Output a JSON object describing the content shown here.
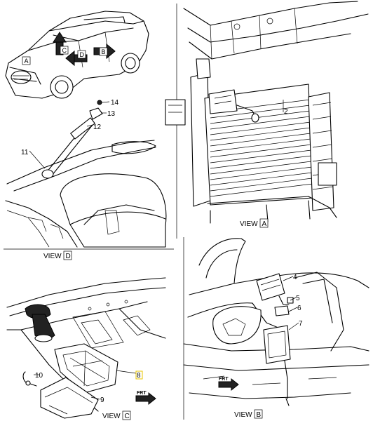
{
  "panels": {
    "vehicle": {
      "labels": {
        "a": "A",
        "b": "B",
        "c": "C",
        "d": "D"
      }
    },
    "view_a": {
      "view_text": "VIEW",
      "view_letter": "A",
      "callout_2": "2"
    },
    "view_d": {
      "view_text": "VIEW",
      "view_letter": "D",
      "callouts": {
        "c11": "11",
        "c12": "12",
        "c13": "13",
        "c14": "14"
      }
    },
    "view_c": {
      "view_text": "VIEW",
      "view_letter": "C",
      "callouts": {
        "c8": "8",
        "c9": "9",
        "c10": "10"
      },
      "frt": "FRT"
    },
    "view_b": {
      "view_text": "VIEW",
      "view_letter": "B",
      "callouts": {
        "c4": "4",
        "c5": "5",
        "c6": "6",
        "c7": "7"
      },
      "frt": "FRT"
    }
  },
  "colors": {
    "line": "#000000",
    "highlight": "#e8c400",
    "background": "#ffffff"
  }
}
